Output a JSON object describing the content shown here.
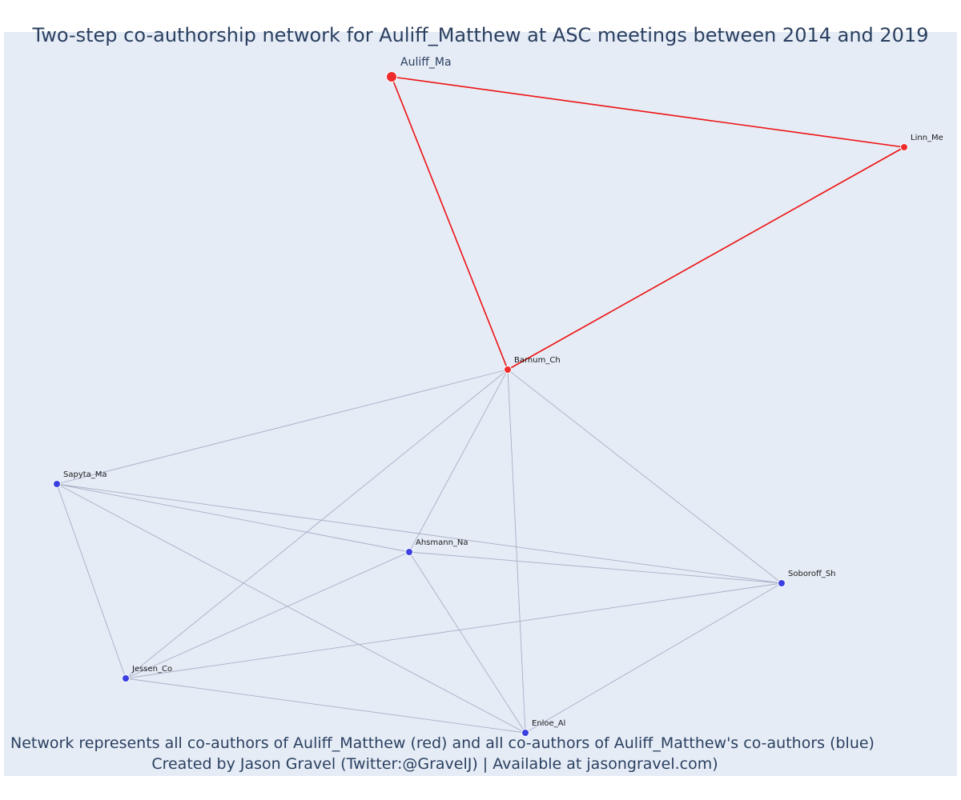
{
  "title": "Two-step co-authorship network for Auliff_Matthew at ASC meetings between 2014 and 2019",
  "captions": [
    "Network represents all co-authors of Auliff_Matthew (red) and all co-authors of Auliff_Matthew's co-authors (blue)",
    "Created by Jason Gravel (Twitter:@GravelJ) | Available at jasongravel.com)"
  ],
  "colors": {
    "ego": "#ef2b2b",
    "first_step_edge": "#ee1111",
    "second_step": "#3b3fe0",
    "second_step_edge": "#a8b0c6",
    "background": "#e5ecf6",
    "text": "#2a3f5f"
  },
  "chart_data": {
    "type": "network",
    "title": "Two-step co-authorship network for Auliff_Matthew at ASC meetings between 2014 and 2019",
    "nodes": [
      {
        "id": "Auliff_Ma",
        "label": "Auliff_Ma",
        "group": "ego",
        "focal": true
      },
      {
        "id": "Linn_Me",
        "label": "Linn_Me",
        "group": "ego"
      },
      {
        "id": "Barnum_Ch",
        "label": "Barnum_Ch",
        "group": "ego"
      },
      {
        "id": "Sapyta_Ma",
        "label": "Sapyta_Ma",
        "group": "second_step"
      },
      {
        "id": "Ahsmann_Na",
        "label": "Ahsmann_Na",
        "group": "second_step"
      },
      {
        "id": "Soboroff_Sh",
        "label": "Soboroff_Sh",
        "group": "second_step"
      },
      {
        "id": "Jessen_Co",
        "label": "Jessen_Co",
        "group": "second_step"
      },
      {
        "id": "Enloe_Al",
        "label": "Enloe_Al",
        "group": "second_step"
      }
    ],
    "edges": [
      {
        "source": "Auliff_Ma",
        "target": "Linn_Me",
        "group": "ego"
      },
      {
        "source": "Auliff_Ma",
        "target": "Barnum_Ch",
        "group": "ego"
      },
      {
        "source": "Linn_Me",
        "target": "Barnum_Ch",
        "group": "ego"
      },
      {
        "source": "Barnum_Ch",
        "target": "Sapyta_Ma",
        "group": "second_step"
      },
      {
        "source": "Barnum_Ch",
        "target": "Ahsmann_Na",
        "group": "second_step"
      },
      {
        "source": "Barnum_Ch",
        "target": "Soboroff_Sh",
        "group": "second_step"
      },
      {
        "source": "Barnum_Ch",
        "target": "Jessen_Co",
        "group": "second_step"
      },
      {
        "source": "Barnum_Ch",
        "target": "Enloe_Al",
        "group": "second_step"
      },
      {
        "source": "Sapyta_Ma",
        "target": "Ahsmann_Na",
        "group": "second_step"
      },
      {
        "source": "Sapyta_Ma",
        "target": "Soboroff_Sh",
        "group": "second_step"
      },
      {
        "source": "Sapyta_Ma",
        "target": "Jessen_Co",
        "group": "second_step"
      },
      {
        "source": "Sapyta_Ma",
        "target": "Enloe_Al",
        "group": "second_step"
      },
      {
        "source": "Ahsmann_Na",
        "target": "Soboroff_Sh",
        "group": "second_step"
      },
      {
        "source": "Ahsmann_Na",
        "target": "Jessen_Co",
        "group": "second_step"
      },
      {
        "source": "Ahsmann_Na",
        "target": "Enloe_Al",
        "group": "second_step"
      },
      {
        "source": "Soboroff_Sh",
        "target": "Jessen_Co",
        "group": "second_step"
      },
      {
        "source": "Soboroff_Sh",
        "target": "Enloe_Al",
        "group": "second_step"
      },
      {
        "source": "Jessen_Co",
        "target": "Enloe_Al",
        "group": "second_step"
      }
    ]
  }
}
